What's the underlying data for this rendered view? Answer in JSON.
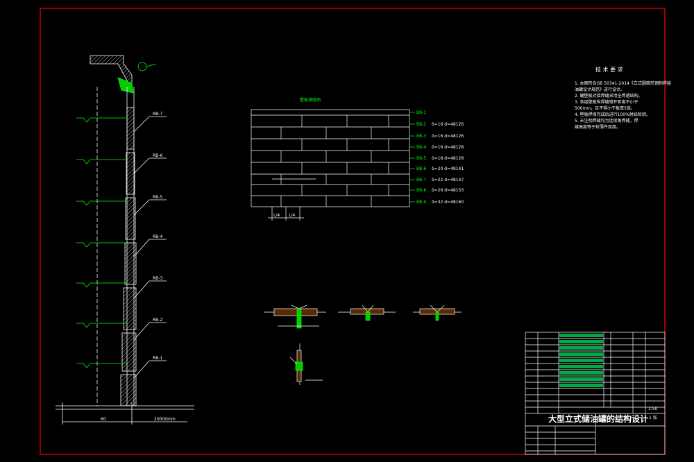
{
  "drawing": {
    "project_title": "大型立式储油罐的结构设计",
    "notes_title": "技 术 要 求",
    "notes": [
      "1. 本图符合GB 50341-2014《立式圆筒形钢制焊接",
      "   油罐设计规范》进行设计。",
      "2. 罐壁板对接焊缝采用全焊透结构。",
      "3. 各层壁板纵焊缝错开距离不小于",
      "   500mm，且不得小于板厚5倍。",
      "4. 壁板焊接完成后进行100%射线检测。",
      "5. 未注明焊缝均为连续角焊缝，焊",
      "   缝高度等于较薄件厚度。"
    ],
    "elevation_labels": [
      "RB-7",
      "RB-6",
      "RB-5",
      "RB-4",
      "RB-3",
      "RB-2",
      "RB-1"
    ],
    "plate_rows": [
      {
        "label": "BB-1",
        "spec": ""
      },
      {
        "label": "BB-2",
        "spec": "δ=16 d=48126"
      },
      {
        "label": "BB-3",
        "spec": "δ=16 d=48126"
      },
      {
        "label": "BB-4",
        "spec": "δ=16 d=48128"
      },
      {
        "label": "BB-5",
        "spec": "δ=18 d=48128"
      },
      {
        "label": "BB-6",
        "spec": "δ=20 d=48141"
      },
      {
        "label": "BB-7",
        "spec": "δ=22 d=48147"
      },
      {
        "label": "BB-8",
        "spec": "δ=26 d=48153"
      },
      {
        "label": "BB-9",
        "spec": "δ=32 d=48160"
      }
    ],
    "layout_title": "壁板排版图",
    "dims": [
      "L/4",
      "L/4"
    ],
    "bottom_dims": [
      "60",
      "20000mm"
    ],
    "scale_label": "1:50",
    "sheet_no": "1 张"
  }
}
